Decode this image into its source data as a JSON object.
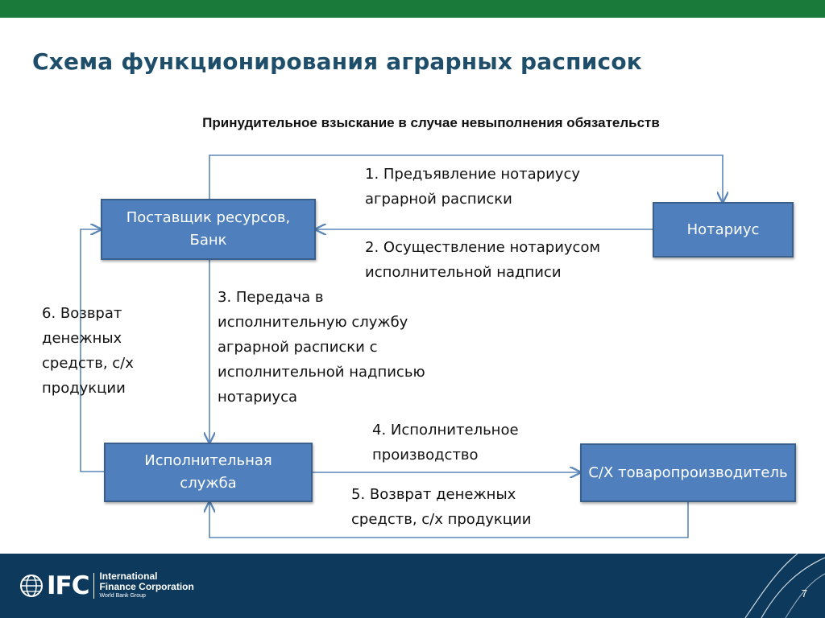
{
  "title": "Схема функционирования аграрных расписок",
  "subtitle": "Принудительное взыскание в случае невыполнения обязательств",
  "nodes": {
    "supplier": "Поставщик ресурсов, Банк",
    "notary": "Нотариус",
    "service": "Исполнительная служба",
    "producer": "С/Х товаропроизводитель"
  },
  "steps": {
    "s1": "1. Предъявление нотариусу\nаграрной расписки",
    "s2": "2. Осуществление нотариусом\nисполнительной надписи",
    "s3": "3. Передача в\nисполнительную службу\nаграрной расписки с\nисполнительной надписью\nнотариуса",
    "s4": "4. Исполнительное\nпроизводство",
    "s5": "5. Возврат денежных\nсредств, с/х продукции",
    "s6": "6. Возврат\nденежных\nсредств, с/х\nпродукции"
  },
  "footer": {
    "logo_text": "IFC",
    "org_line1": "International",
    "org_line2": "Finance Corporation",
    "org_line3": "World Bank Group",
    "page_number": "7"
  },
  "colors": {
    "top_bar": "#1a7a3a",
    "title": "#1f4e6b",
    "box_fill": "#4f80bd",
    "arrow": "#5b86b8",
    "footer": "#0d3a5c"
  }
}
